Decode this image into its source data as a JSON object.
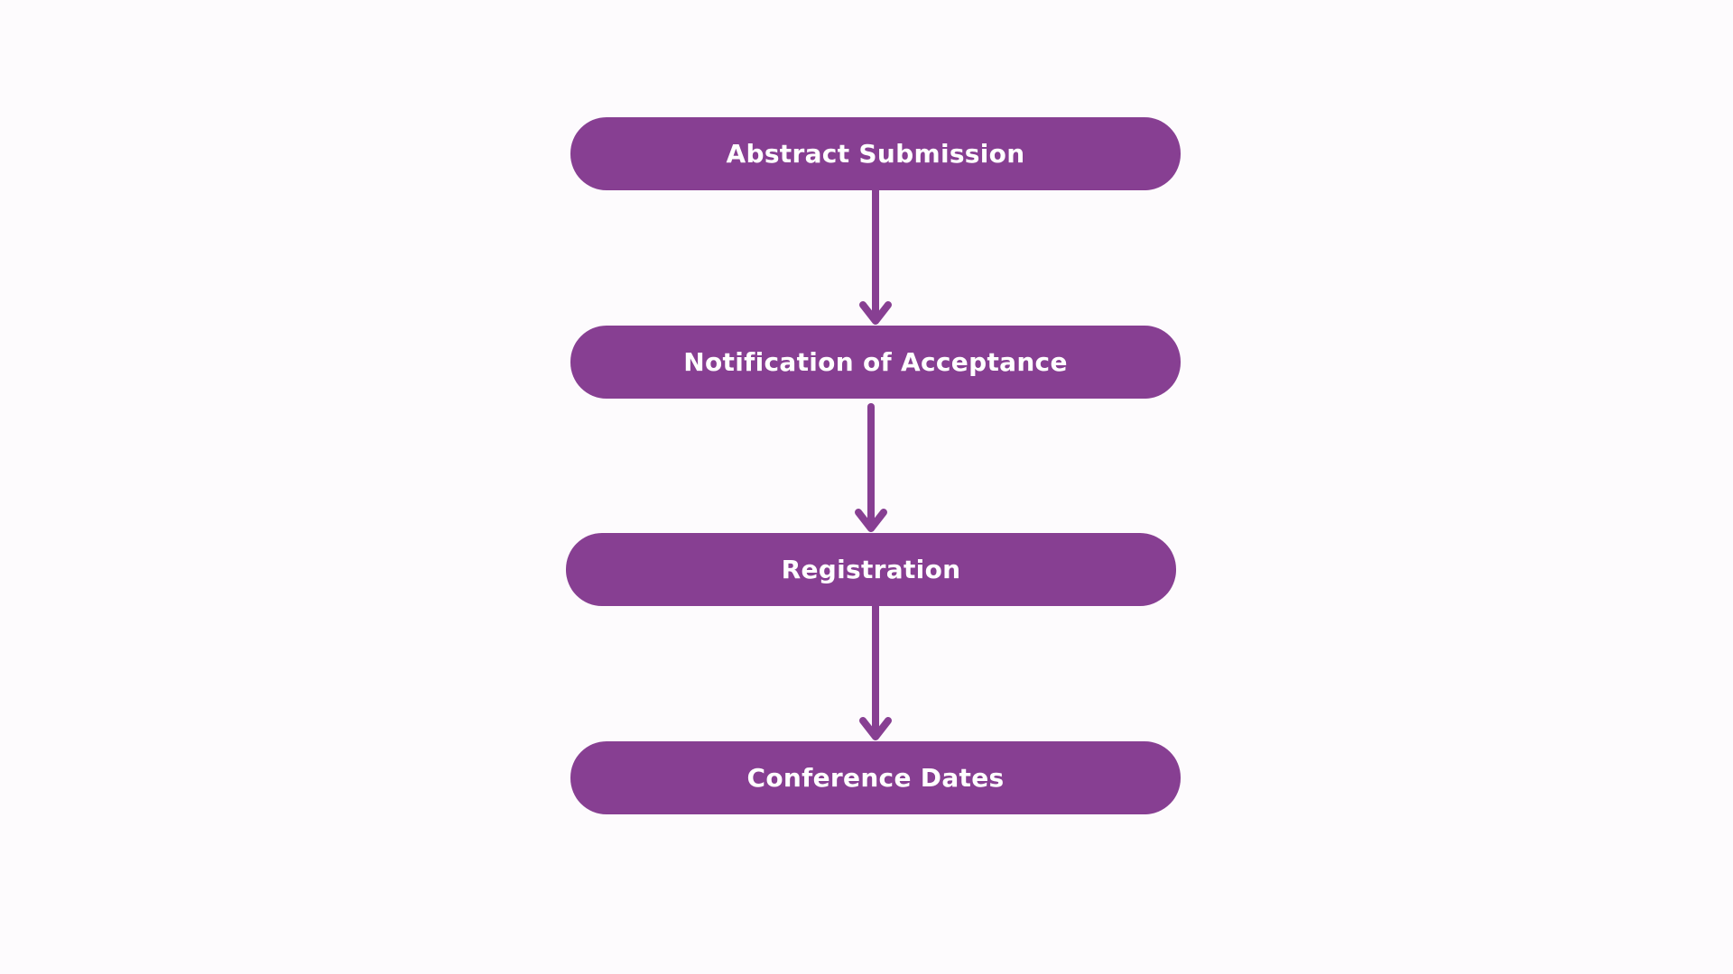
{
  "colors": {
    "step_fill": "#873f92",
    "step_text": "#ffffff",
    "arrow": "#873f92",
    "background": "#fdfbfd"
  },
  "steps": [
    {
      "label": "Abstract Submission"
    },
    {
      "label": "Notification of Acceptance"
    },
    {
      "label": "Registration"
    },
    {
      "label": "Conference Dates"
    }
  ]
}
